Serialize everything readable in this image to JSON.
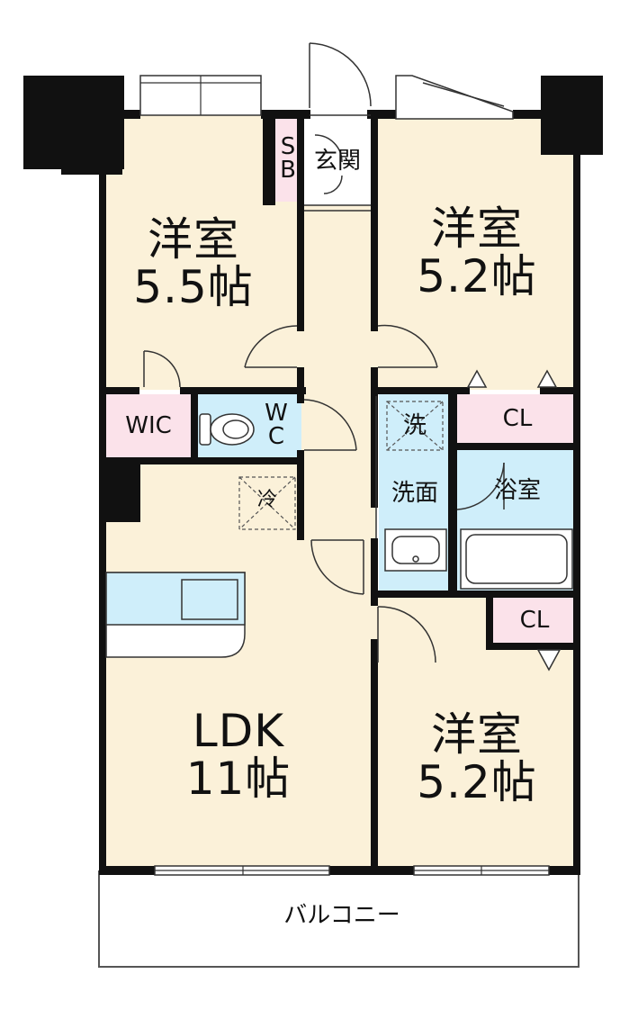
{
  "floorplan": {
    "rooms": {
      "western_room_a": {
        "name": "洋室",
        "size": "5.5帖"
      },
      "western_room_b": {
        "name": "洋室",
        "size": "5.2帖"
      },
      "western_room_c": {
        "name": "洋室",
        "size": "5.2帖"
      },
      "ldk": {
        "name": "LDK",
        "size": "11帖"
      },
      "wic": "WIC",
      "wc_top": "W",
      "wc_bottom": "C",
      "entrance": "玄関",
      "shoe_box_top": "S",
      "shoe_box_bottom": "B",
      "washer": "洗",
      "washroom": "洗面",
      "bathroom": "浴室",
      "closet_upper": "CL",
      "closet_lower": "CL",
      "fridge": "冷",
      "balcony": "バルコニー"
    },
    "colors": {
      "room_fill": "#fbf1d9",
      "wet_fill": "#cfeefa",
      "pink_fill": "#fbe2ea",
      "wall": "#111111"
    }
  }
}
